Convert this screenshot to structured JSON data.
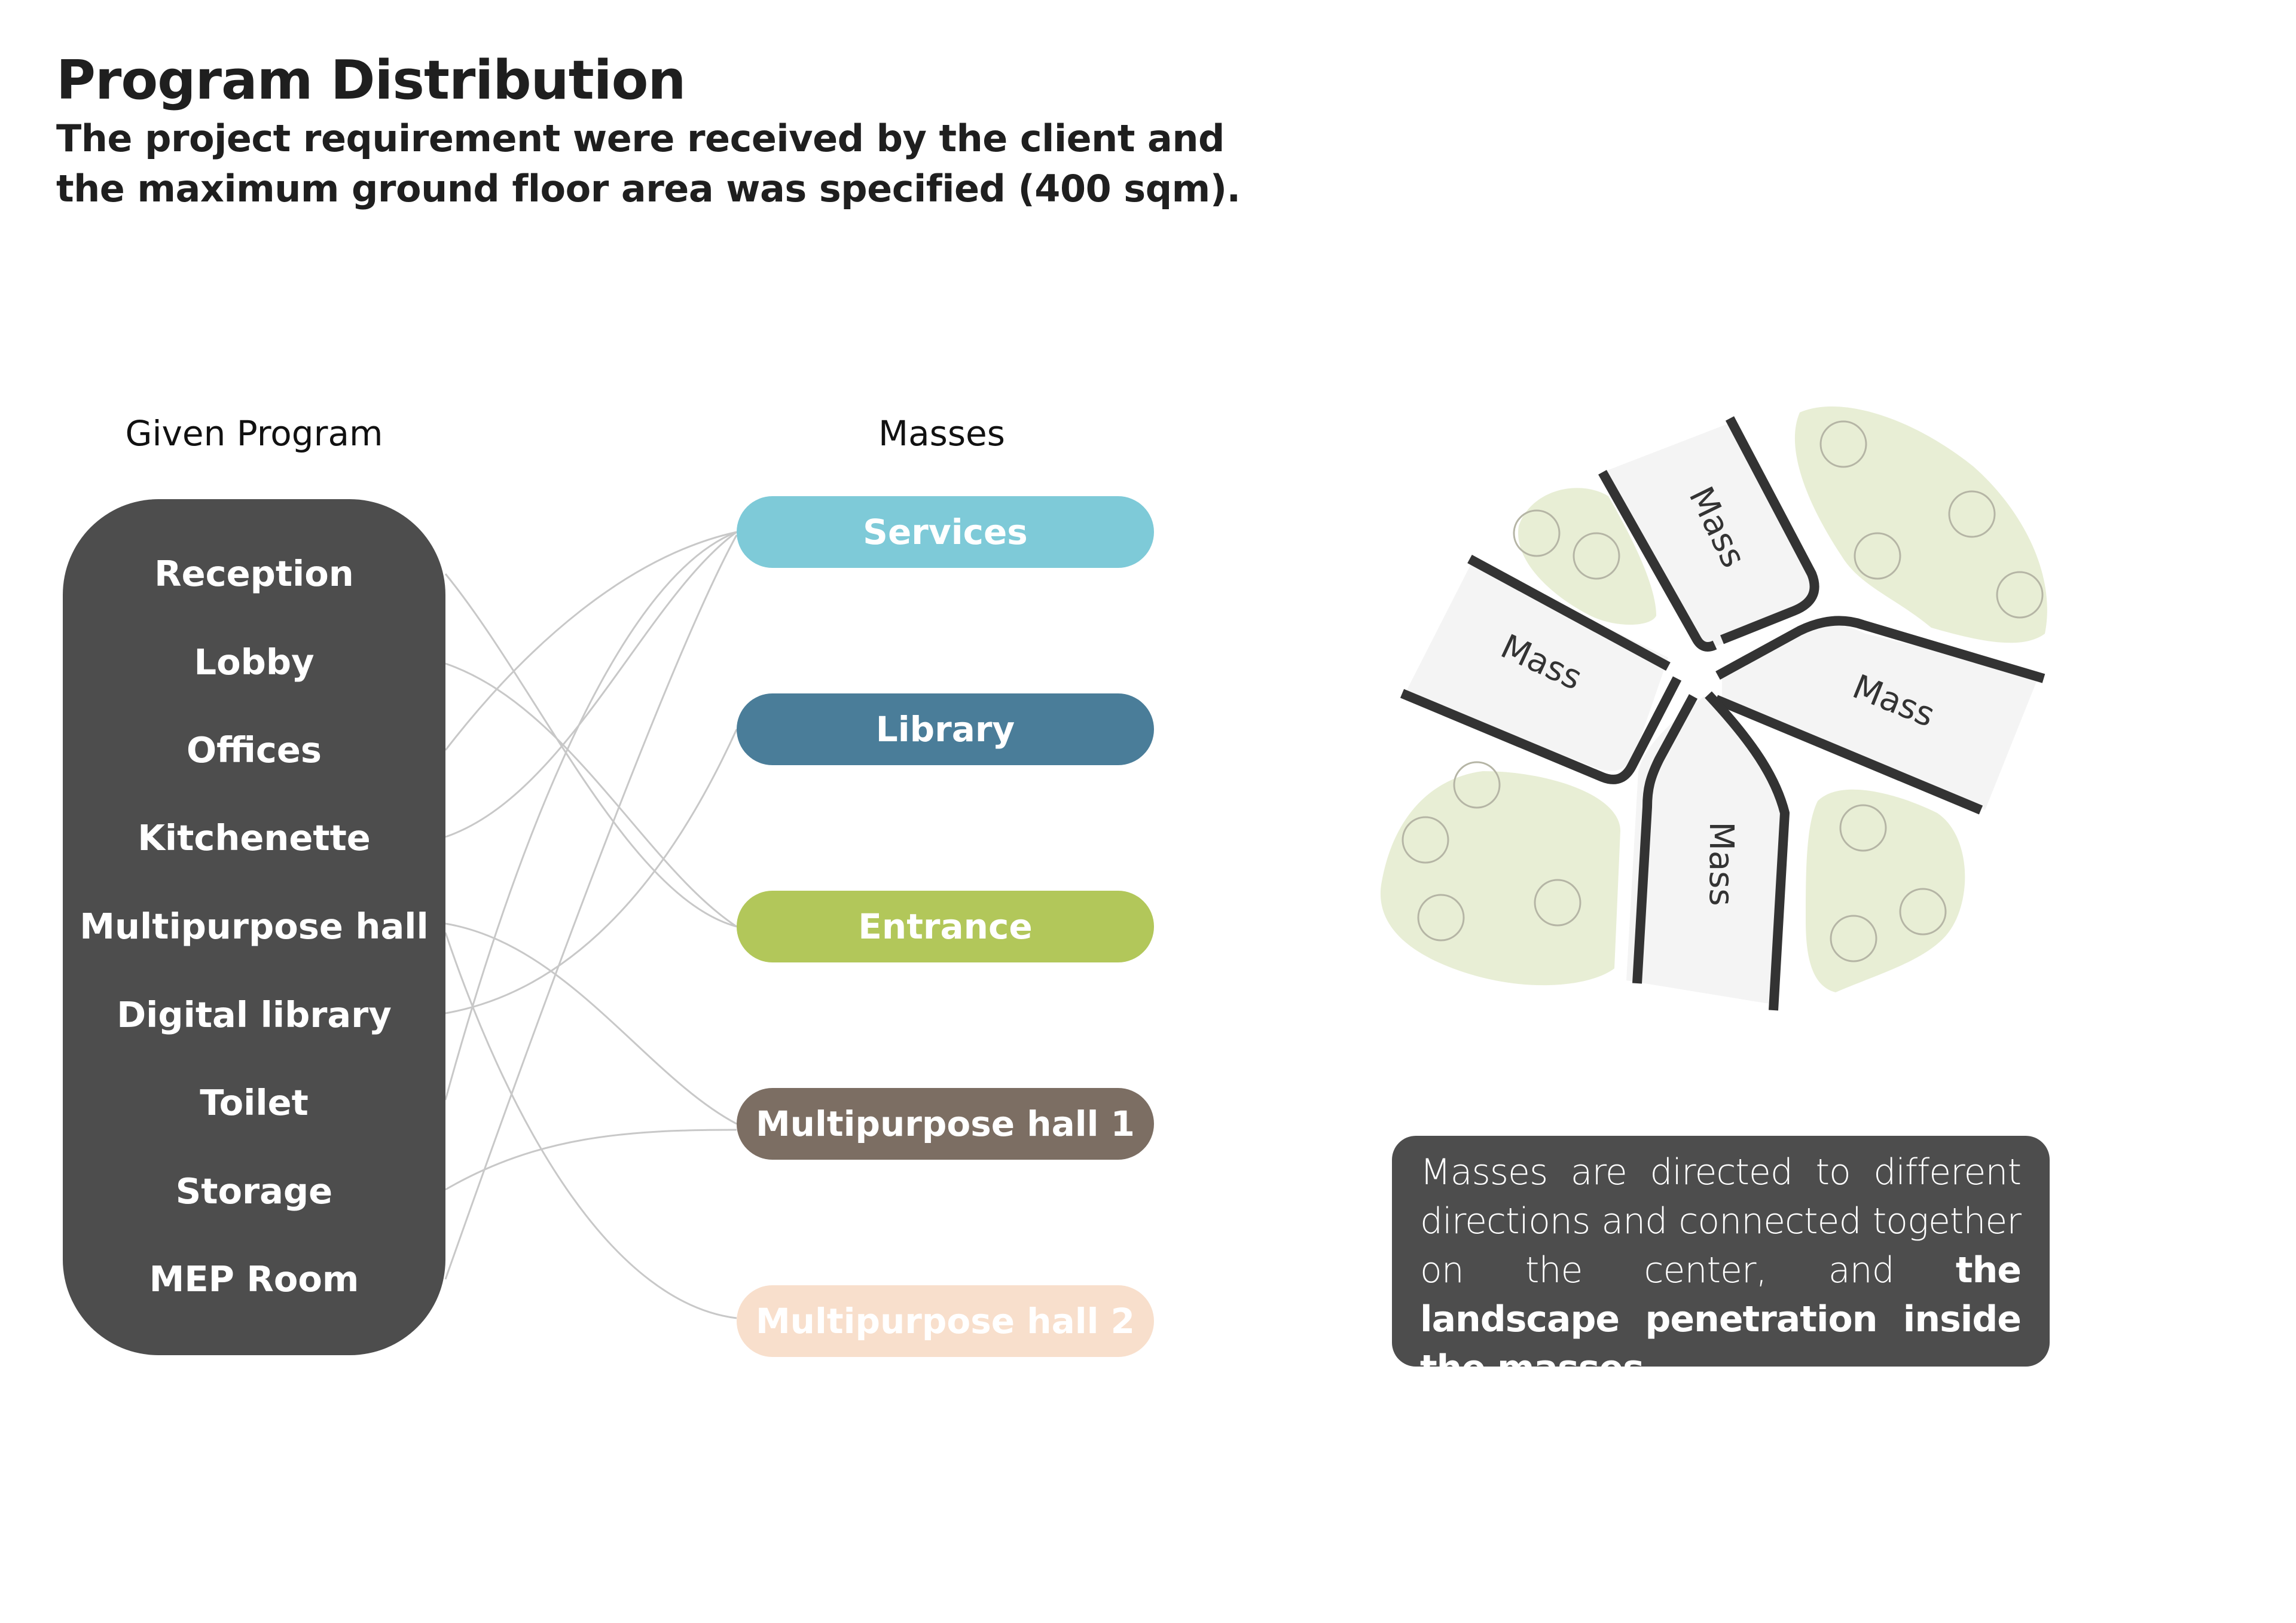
{
  "header": {
    "title": "Program Distribution",
    "subtitle_line1": "The project requirement were received by the client and",
    "subtitle_line2": "the maximum ground floor area was specified (400 sqm)."
  },
  "program": {
    "heading": "Given Program",
    "items": [
      "Reception",
      "Lobby",
      "Offices",
      "Kitchenette",
      "Multipurpose hall",
      "Digital library",
      "Toilet",
      "Storage",
      "MEP Room"
    ]
  },
  "masses": {
    "heading": "Masses",
    "items": [
      {
        "label": "Services",
        "color": "#7ecad8"
      },
      {
        "label": "Library",
        "color": "#4a7d99"
      },
      {
        "label": "Entrance",
        "color": "#b2c75a"
      },
      {
        "label": "Multipurpose hall 1",
        "color": "#7c6e63"
      },
      {
        "label": "Multipurpose hall 2",
        "color": "#f8dfcc"
      }
    ]
  },
  "site_plan": {
    "mass_label": "Mass"
  },
  "note": {
    "regular": "Masses are directed to different directions and connected together on the center, and ",
    "bold": "the landscape penetration inside the masses."
  },
  "colors": {
    "dark_box": "#4d4d4d",
    "landscape": "#e8eed5",
    "mass_fill": "#f4f4f4",
    "outline": "#333333",
    "link_line": "#c8c8c8"
  }
}
